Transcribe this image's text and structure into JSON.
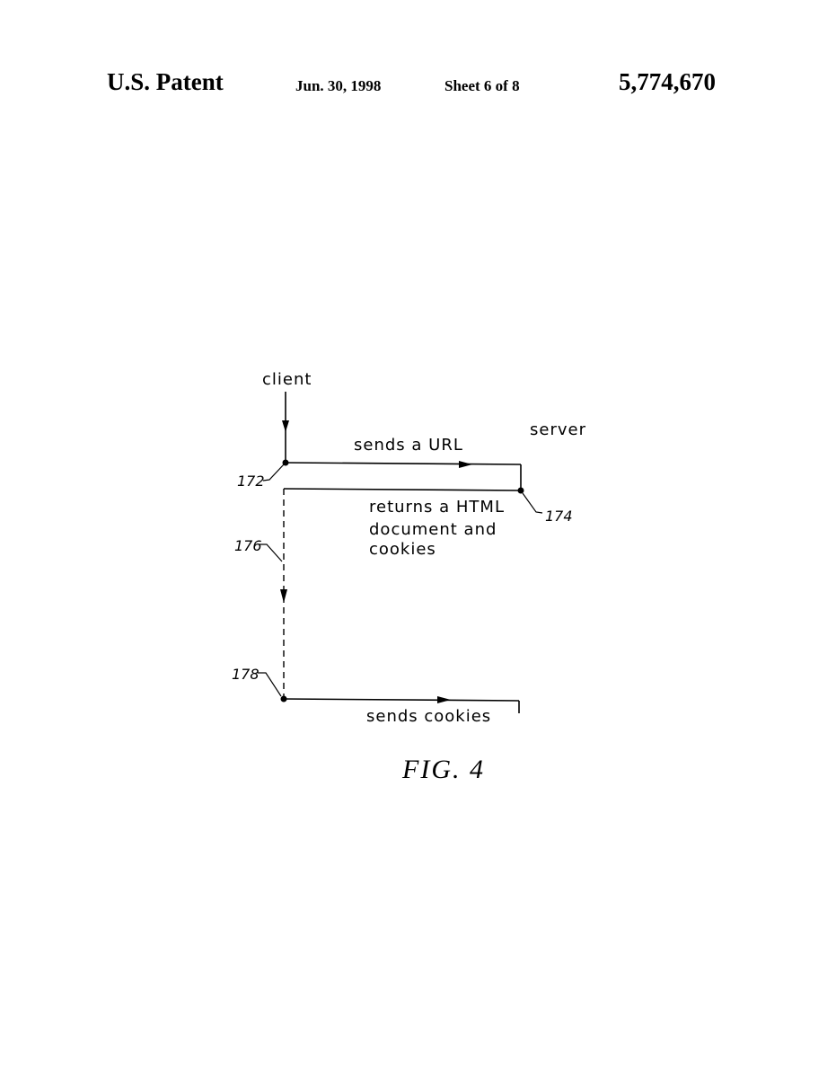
{
  "header": {
    "left": "U.S. Patent",
    "date": "Jun. 30, 1998",
    "sheet": "Sheet 6 of 8",
    "number": "5,774,670"
  },
  "figure": {
    "client_label": "client",
    "server_label": "server",
    "send_url": "sends a URL",
    "returns_line1": "returns a HTML",
    "returns_line2": "document and",
    "returns_line3": "cookies",
    "send_cookies": "sends cookies",
    "ref_172": "172",
    "ref_174": "174",
    "ref_176": "176",
    "ref_178": "178",
    "caption": "FIG. 4"
  }
}
